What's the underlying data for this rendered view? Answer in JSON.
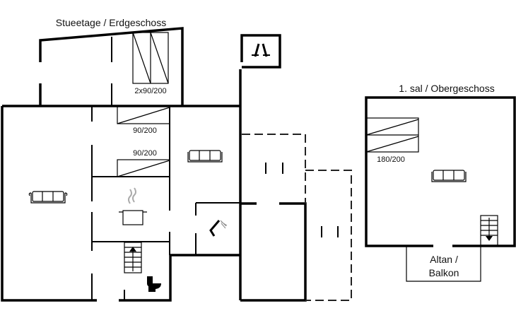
{
  "ground_floor": {
    "title": "Stueetage / Erdgeschoss",
    "beds": [
      "2x90/200",
      "90/200",
      "90/200"
    ]
  },
  "upper_floor": {
    "title": "1. sal / Obergeschoss",
    "bed": "180/200",
    "balcony_line1": "Altan /",
    "balcony_line2": "Balkon"
  },
  "icons": [
    "sofa-icon",
    "bed-icon",
    "kitchen-pot-icon",
    "stairs-icon",
    "toilet-icon",
    "shower-icon",
    "wine-icon"
  ]
}
